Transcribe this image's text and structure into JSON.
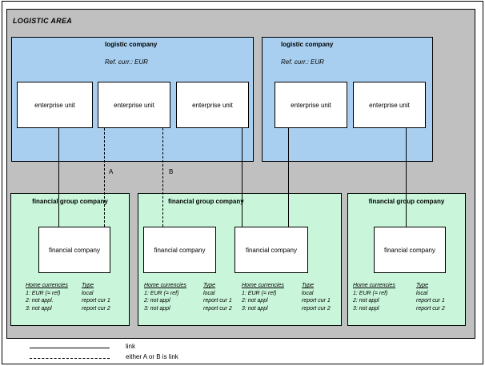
{
  "area": {
    "title": "LOGISTIC AREA"
  },
  "colors": {
    "area_fill": "#c0c0c0",
    "logistic_fill": "#a8cff0",
    "financial_fill": "#c9f6da",
    "box_fill": "#ffffff",
    "border": "#000000"
  },
  "logistic_companies": [
    {
      "title": "logistic company",
      "ref_currency": "Ref. curr.: EUR",
      "units": [
        "enterprise unit",
        "enterprise unit",
        "enterprise unit"
      ]
    },
    {
      "title": "logistic company",
      "ref_currency": "Ref. curr.: EUR",
      "units": [
        "enterprise unit",
        "enterprise unit"
      ]
    }
  ],
  "link_labels": {
    "a": "A",
    "b": "B"
  },
  "financial_groups": [
    {
      "title": "financial group company",
      "companies": [
        "financial company"
      ],
      "tables": [
        {
          "header": [
            "Home currencies",
            "Type"
          ],
          "rows": [
            [
              "1: EUR (= ref)",
              "local"
            ],
            [
              "2: not appl.",
              "report cur 1"
            ],
            [
              "3: not appl",
              "report cur 2"
            ]
          ]
        }
      ]
    },
    {
      "title": "financial group company",
      "companies": [
        "financial company",
        "financial company"
      ],
      "tables": [
        {
          "header": [
            "Home currencies",
            "Type"
          ],
          "rows": [
            [
              "1: EUR (= ref)",
              "local"
            ],
            [
              "2: not appl",
              "report cur 1"
            ],
            [
              "3: not appl",
              "report cur 2"
            ]
          ]
        },
        {
          "header": [
            "Home currencies",
            "Type"
          ],
          "rows": [
            [
              "1: EUR (= ref)",
              "local"
            ],
            [
              "2: not appl",
              "report cur 1"
            ],
            [
              "3: not appl",
              "report cur 2"
            ]
          ]
        }
      ]
    },
    {
      "title": "financial group company",
      "companies": [
        "financial company"
      ],
      "tables": [
        {
          "header": [
            "Home currencies",
            "Type"
          ],
          "rows": [
            [
              "1: EUR (= ref)",
              "local"
            ],
            [
              "2: not appl",
              "report cur 1"
            ],
            [
              "3: not appl",
              "report cur 2"
            ]
          ]
        }
      ]
    }
  ],
  "legend": {
    "items": [
      {
        "style": "solid",
        "label": "link"
      },
      {
        "style": "dashed",
        "label": "either A or B is link"
      }
    ]
  }
}
